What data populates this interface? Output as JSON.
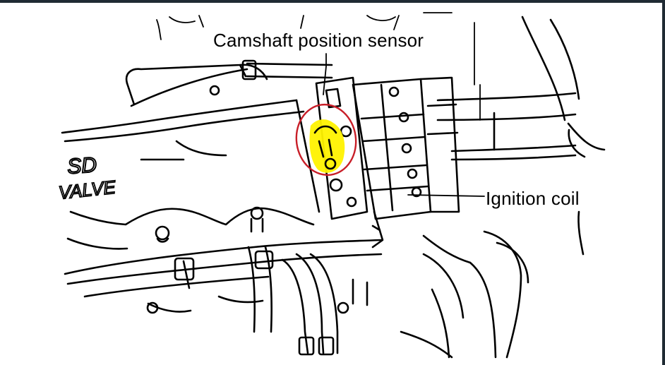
{
  "labels": {
    "camshaft": "Camshaft position sensor",
    "ignition": "Ignition coil"
  },
  "engraving": {
    "line1": "SD",
    "line2": "VALVE"
  },
  "colors": {
    "ink": "#000000",
    "highlight": "#fff200",
    "circle": "#c81e28",
    "frame": "#1f2a33"
  }
}
